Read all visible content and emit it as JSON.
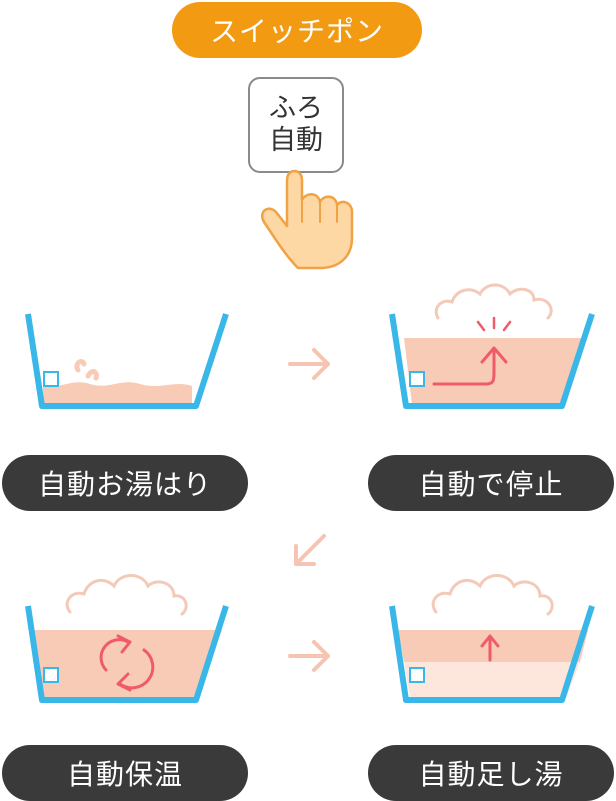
{
  "colors": {
    "orange": "#f19a12",
    "dark": "#3a3a3a",
    "tub": "#3ab7e9",
    "water": "#f7cbb5",
    "water_light": "#fde7dd",
    "arrow": "#f6c4b0",
    "red": "#ef5b6b",
    "cloud": "#f3c9b8",
    "hand": "#fdd7a4",
    "hand_outline": "#f0a344"
  },
  "top_label": "スイッチポン",
  "button": {
    "line1": "ふろ",
    "line2": "自動"
  },
  "steps": {
    "fill": "自動お湯はり",
    "stop": "自動で停止",
    "keep": "自動保温",
    "add": "自動足し湯"
  },
  "icons": [
    "hand-pointer-icon",
    "arrow-right-icon",
    "arrow-down-left-icon",
    "arrow-right-icon",
    "steam-cloud-icon",
    "circular-arrows-icon",
    "arrow-up-icon"
  ]
}
